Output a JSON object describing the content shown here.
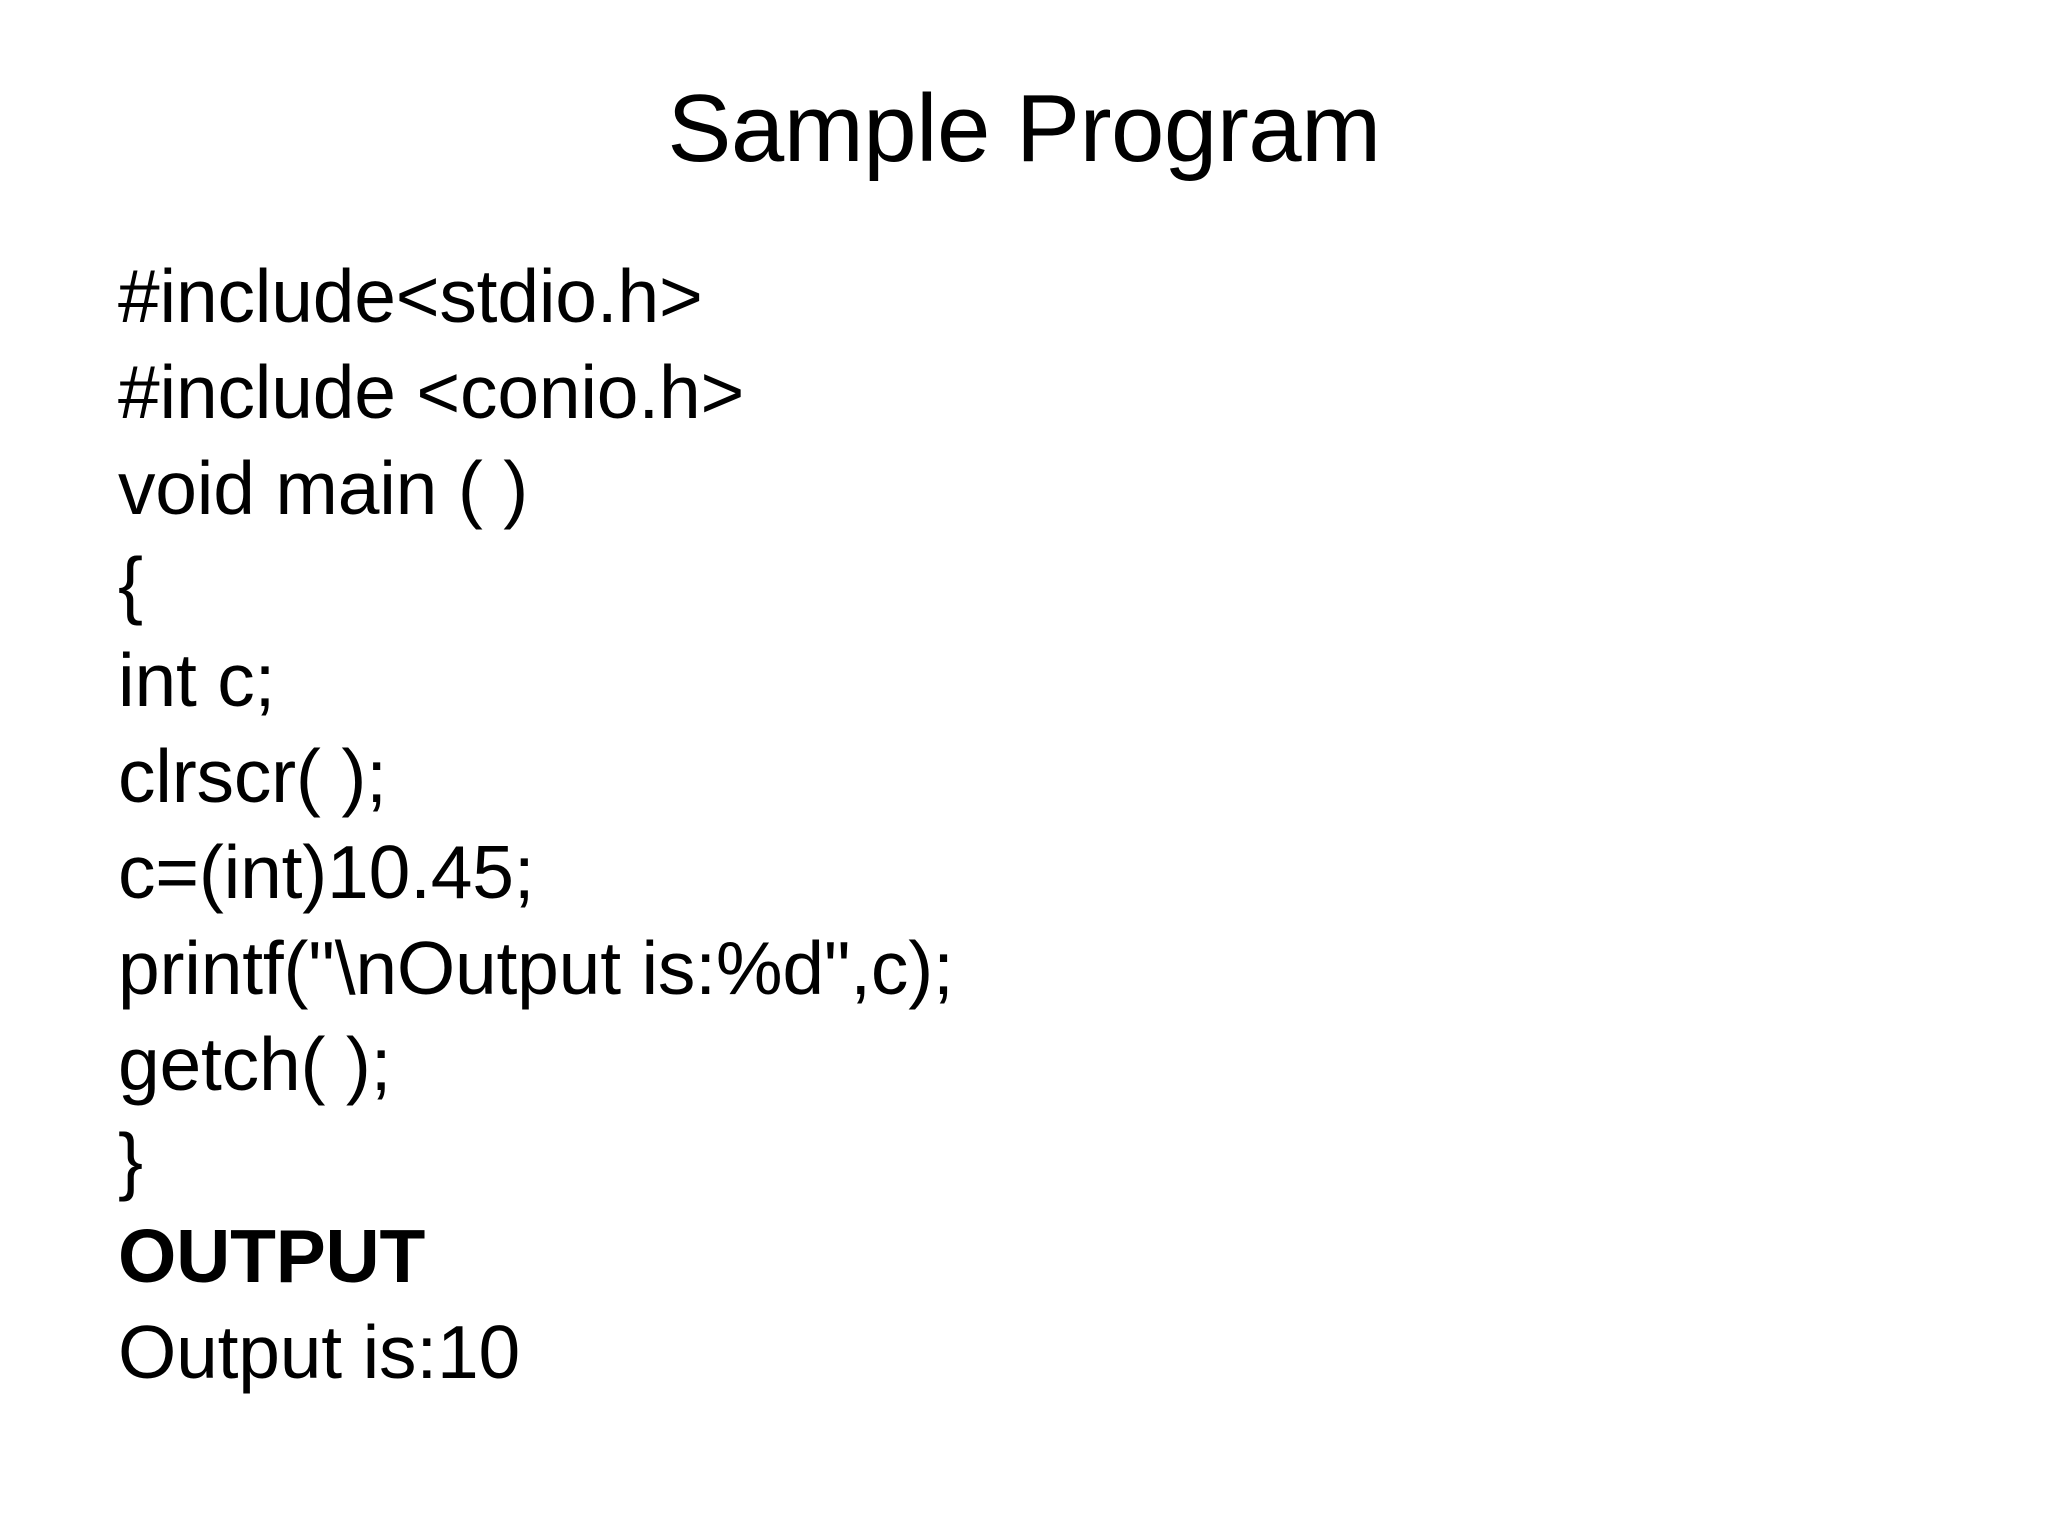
{
  "slide": {
    "title": "Sample Program",
    "background_color": "#ffffff",
    "text_color": "#000000",
    "code_lines": [
      {
        "text": "#include<stdio.h>",
        "bold": false
      },
      {
        "text": "#include <conio.h>",
        "bold": false
      },
      {
        "text": "void main ( )",
        "bold": false
      },
      {
        "text": "{",
        "bold": false
      },
      {
        "text": "int c;",
        "bold": false
      },
      {
        "text": "clrscr( );",
        "bold": false
      },
      {
        "text": "c=(int)10.45;",
        "bold": false
      },
      {
        "text": "printf(\"\\nOutput is:%d\",c);",
        "bold": false
      },
      {
        "text": "getch( );",
        "bold": false
      },
      {
        "text": "}",
        "bold": false
      },
      {
        "text": "OUTPUT",
        "bold": true
      },
      {
        "text": "Output is:10",
        "bold": false
      }
    ]
  }
}
